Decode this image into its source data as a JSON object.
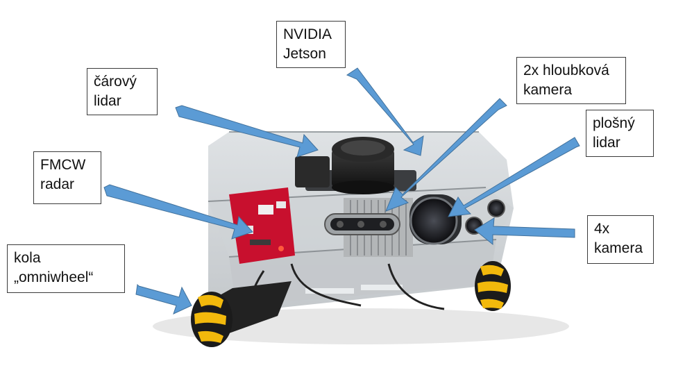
{
  "labels": {
    "jetson": {
      "line1": "NVIDIA",
      "line2": "Jetson"
    },
    "line_lidar": {
      "line1": "čárový",
      "line2": "lidar"
    },
    "depth_camera": {
      "line1": "2x hloubková",
      "line2": "kamera"
    },
    "area_lidar": {
      "line1": "plošný",
      "line2": "lidar"
    },
    "radar": {
      "line1": "FMCW",
      "line2": "radar"
    },
    "cameras": {
      "line1": "4x",
      "line2": "kamera"
    },
    "wheels": {
      "line1": "kola",
      "line2": "„omniwheel“"
    }
  },
  "colors": {
    "arrow": "#5b9bd5",
    "arrow_outline": "#41719c",
    "wheel_yellow": "#f2b90c",
    "radar_board": "#c8102e",
    "background": "#ffffff"
  },
  "subject": "robot-photo"
}
